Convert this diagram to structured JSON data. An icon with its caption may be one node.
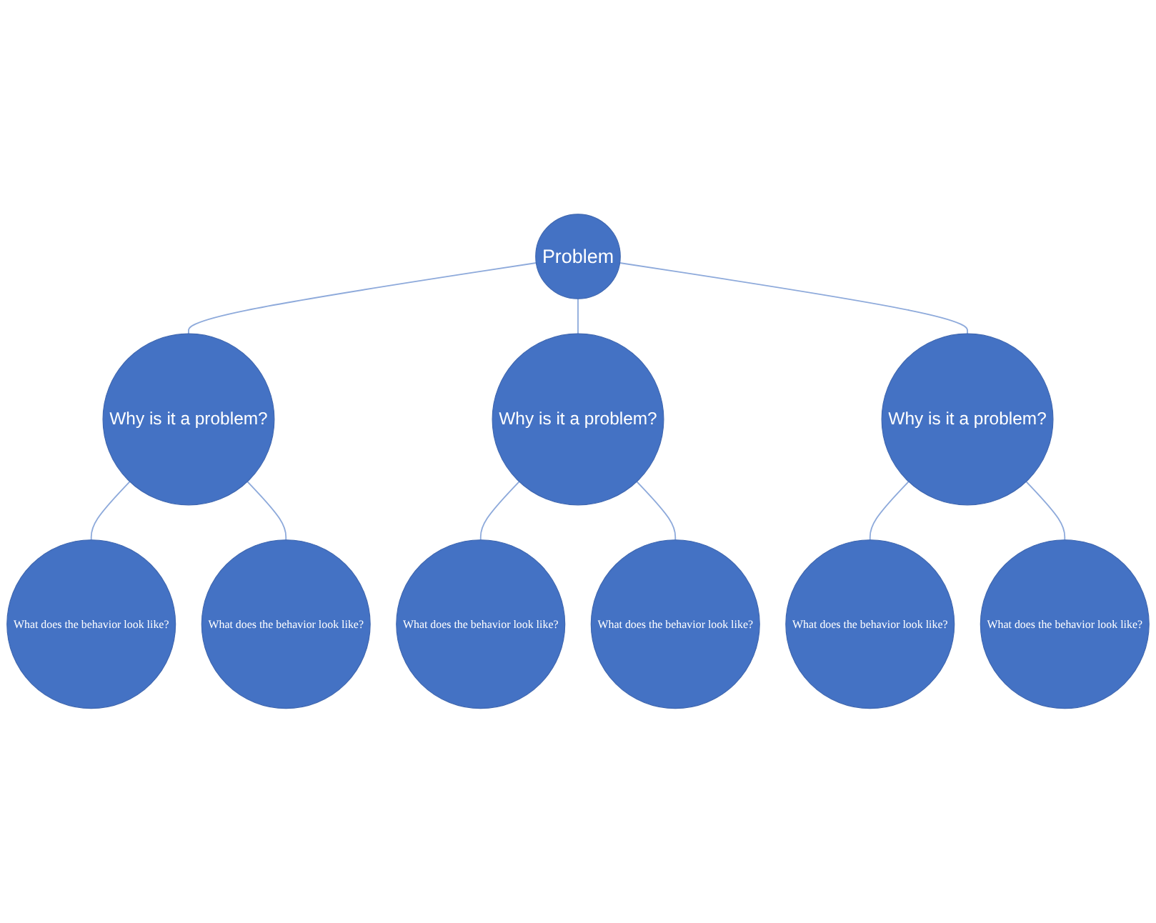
{
  "diagram": {
    "nodes": [
      {
        "text": [
          "Problem"
        ]
      },
      {
        "text": [
          "Why is it a problem?"
        ]
      },
      {
        "text": [
          "What does the behavior look like?"
        ]
      },
      {
        "text": [
          "What does the behavior look like?"
        ]
      },
      {
        "text": [
          "Why is it a problem?"
        ]
      },
      {
        "text": [
          "What does the behavior look like?"
        ]
      },
      {
        "text": [
          "What does the behavior look like?"
        ]
      },
      {
        "text": [
          "Why is it a problem?"
        ]
      },
      {
        "text": [
          "What does the behavior look like?"
        ]
      },
      {
        "text": [
          "What does the behavior look like?"
        ]
      }
    ],
    "edges": [
      {
        "from": 0,
        "to": 1,
        "arrow": "none"
      },
      {
        "from": 1,
        "to": 2,
        "arrow": "none"
      },
      {
        "from": 1,
        "to": 3,
        "arrow": "none"
      },
      {
        "from": 0,
        "to": 4,
        "arrow": "none"
      },
      {
        "from": 4,
        "to": 5,
        "arrow": "none"
      },
      {
        "from": 4,
        "to": 6,
        "arrow": "none"
      },
      {
        "from": 0,
        "to": 7,
        "arrow": "none"
      },
      {
        "from": 7,
        "to": 8,
        "arrow": "none"
      },
      {
        "from": 7,
        "to": 9,
        "arrow": "none"
      }
    ]
  }
}
